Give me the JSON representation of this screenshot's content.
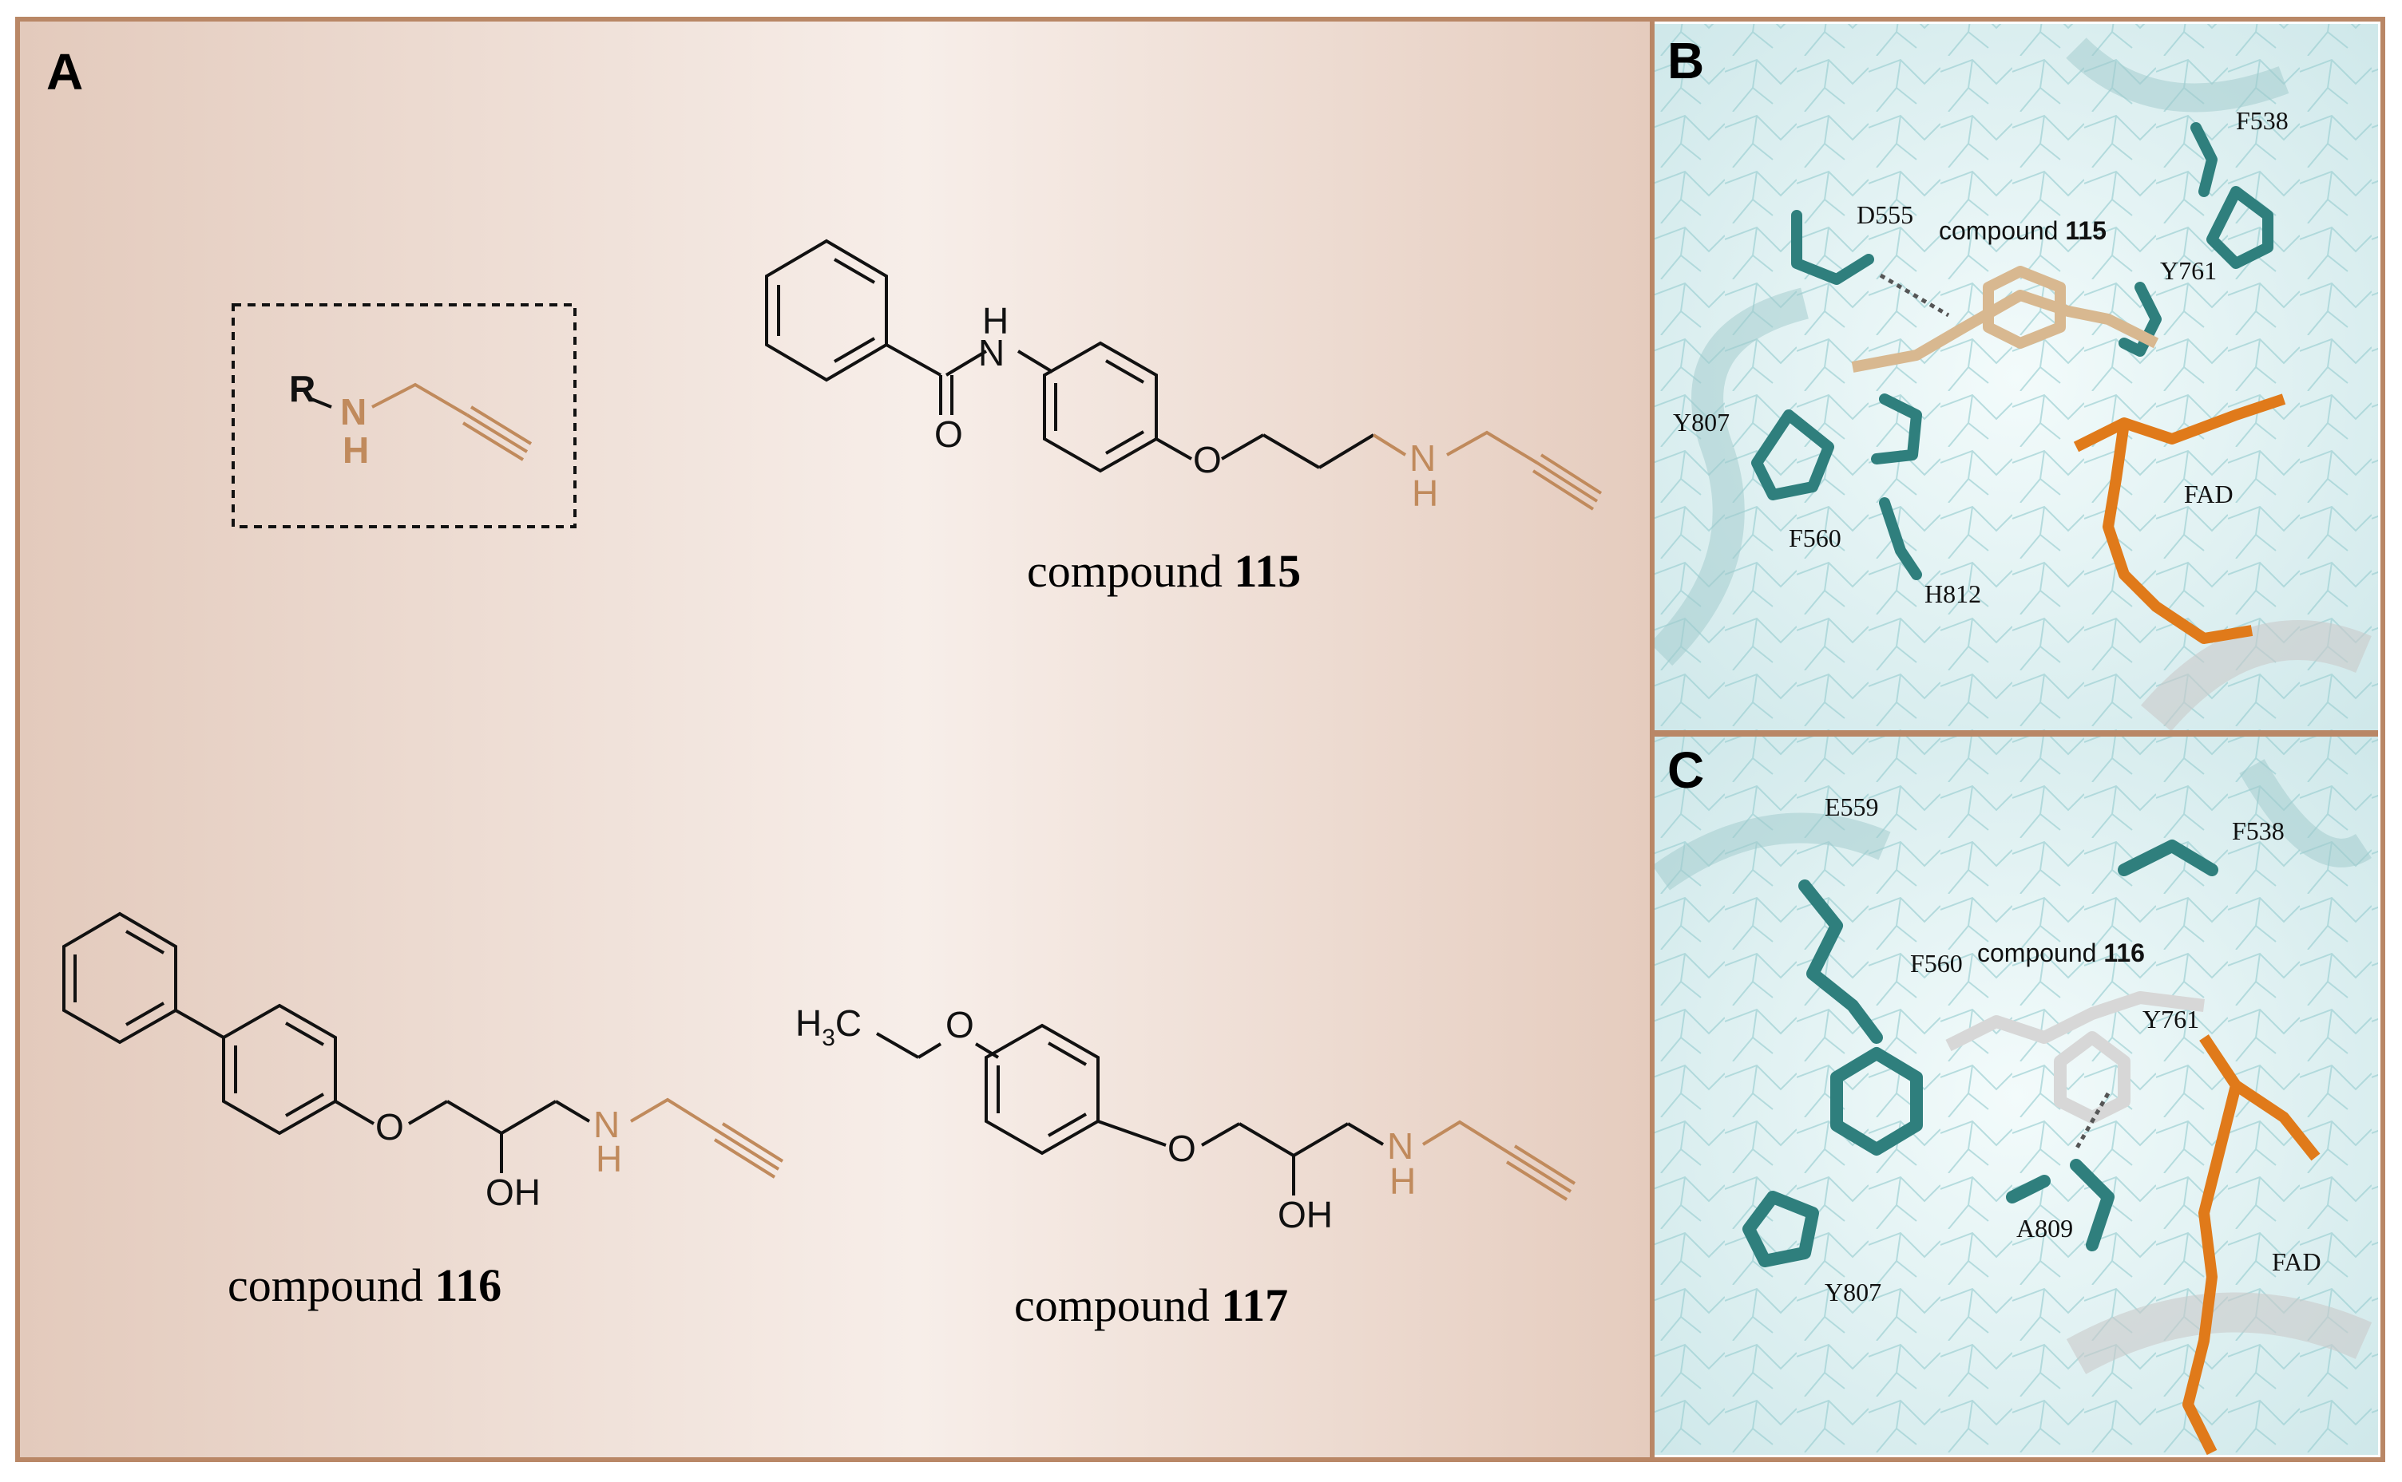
{
  "panels": {
    "a": {
      "letter": "A",
      "scaffold": {
        "r": "R",
        "nh_n": "N",
        "nh_h": "H"
      },
      "c115": {
        "nh_h": "H",
        "nh_n": "N",
        "o_carbonyl": "O",
        "o_ether": "O",
        "amine_n": "N",
        "amine_h": "H",
        "caption_word": "compound",
        "caption_num": "115"
      },
      "c116": {
        "o_ether": "O",
        "oh": "OH",
        "amine_n": "N",
        "amine_h": "H",
        "caption_word": "compound",
        "caption_num": "116"
      },
      "c117": {
        "h3c": "H",
        "h3c_sub": "3",
        "h3c_c": "C",
        "o_ethoxy": "O",
        "o_ether": "O",
        "oh": "OH",
        "amine_n": "N",
        "amine_h": "H",
        "caption_word": "compound",
        "caption_num": "117"
      }
    },
    "b": {
      "letter": "B",
      "ligand_word": "compound",
      "ligand_num": "115",
      "residues": [
        "F538",
        "D555",
        "Y761",
        "Y807",
        "FAD",
        "F560",
        "H812"
      ]
    },
    "c": {
      "letter": "C",
      "ligand_word": "compound",
      "ligand_num": "116",
      "residues": [
        "E559",
        "F538",
        "F560",
        "Y761",
        "A809",
        "FAD",
        "Y807"
      ]
    }
  },
  "colors": {
    "frame": "#b98766",
    "panel_a_bg_dark": "#e6cfc2",
    "panel_a_bg_light": "#f8efea",
    "accent_amine": "#c08a5c",
    "protein_ribbon": "#a9d8da",
    "residue_teal": "#2f7f7d",
    "fad_orange": "#e07a1a",
    "ligand_115": "#d8b890",
    "ligand_116": "#d7d7d7"
  }
}
